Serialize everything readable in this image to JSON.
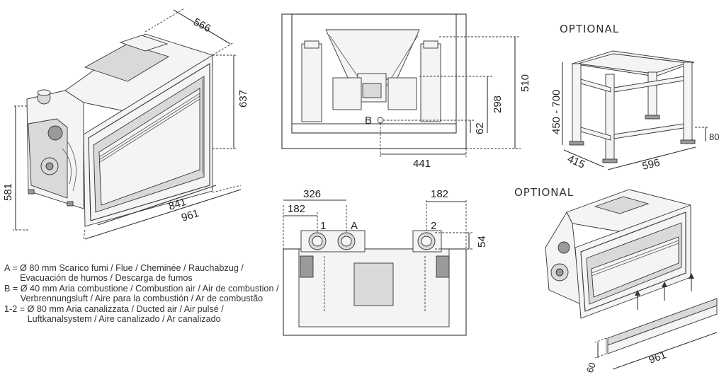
{
  "dimensions": {
    "main_depth": "566",
    "main_height_right": "637",
    "main_height_left": "581",
    "main_width_inner": "841",
    "main_width_outer": "961",
    "front_height_total": "510",
    "front_height_mid": "298",
    "front_height_low": "62",
    "front_width_b": "441",
    "top_offset_a": "326",
    "top_offset_1": "182",
    "top_offset_2": "182",
    "top_depth": "54",
    "stand_height": "450 - 700",
    "stand_depth": "415",
    "stand_width": "596",
    "stand_foot": "80",
    "kit_width": "961",
    "kit_height": "60"
  },
  "labels": {
    "point_a": "A",
    "point_b": "B",
    "point_1": "1",
    "point_2": "2",
    "optional_stand": "OPTIONAL",
    "optional_kit": "OPTIONAL"
  },
  "legend": [
    {
      "key": "A = ",
      "text": "Ø 80 mm  Scarico fumi / Flue / Cheminée / Rauchabzug / Evacuación de humos / Descarga de fumos"
    },
    {
      "key": "B = ",
      "text": "Ø 40 mm  Aria combustione / Combustion air / Air de combustion / Verbrennungsluft  / Aire para la combustión / Ar de combustão"
    },
    {
      "key": "1-2 = ",
      "text": "Ø 80 mm  Aria canalizzata / Ducted air / Air pulsé / Luftkanalsystem / Aire canalizado / Ar canalizado"
    }
  ]
}
